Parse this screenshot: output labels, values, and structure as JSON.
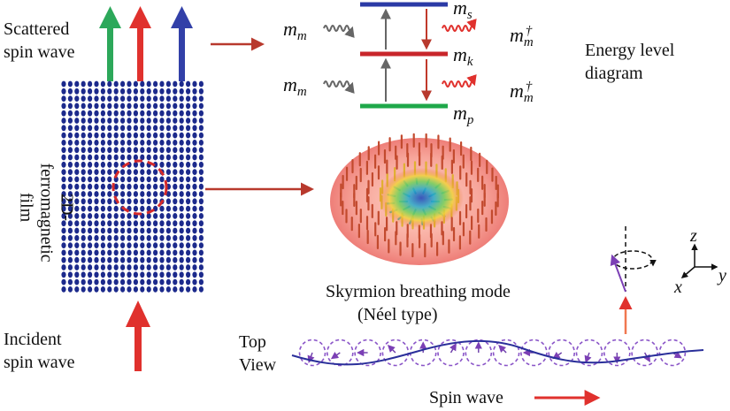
{
  "labels": {
    "scattered_line1": "Scattered",
    "scattered_line2": "spin wave",
    "film": "2D-ferromagnetic film",
    "incident_line1": "Incident",
    "incident_line2": "spin wave",
    "energy_line1": "Energy level",
    "energy_line2": "diagram",
    "breathing_line1": "Skyrmion breathing mode",
    "breathing_line2": "(Néel type)",
    "top_line1": "Top",
    "top_line2": "View",
    "spin_wave": "Spin wave"
  },
  "levels": {
    "ms": "m",
    "ms_sub": "s",
    "mk": "m",
    "mk_sub": "k",
    "mp": "m",
    "mp_sub": "p"
  },
  "transitions": {
    "in_top": "m",
    "in_top_sub": "m",
    "out_top": "m",
    "out_top_sub": "m",
    "out_top_sup": "†",
    "in_bottom": "m",
    "in_bottom_sub": "m",
    "out_bottom": "m",
    "out_bottom_sub": "m",
    "out_bottom_sup": "†"
  },
  "axes": {
    "z": "z",
    "x": "x",
    "y": "y"
  },
  "colors": {
    "level_s": "#2b3aa6",
    "level_k": "#c8262b",
    "level_p": "#1fa84a",
    "red_arrow": "#e0312d",
    "green_arrow": "#2ca85a",
    "blue_arrow": "#3240a8",
    "film_dot": "#1c2a8c",
    "dashed_red": "#d62a2a",
    "dashed_purple": "#8a55c8",
    "wave": "#2a2f9a",
    "pointer": "#c0392b",
    "up_arrow": "#f07850"
  }
}
